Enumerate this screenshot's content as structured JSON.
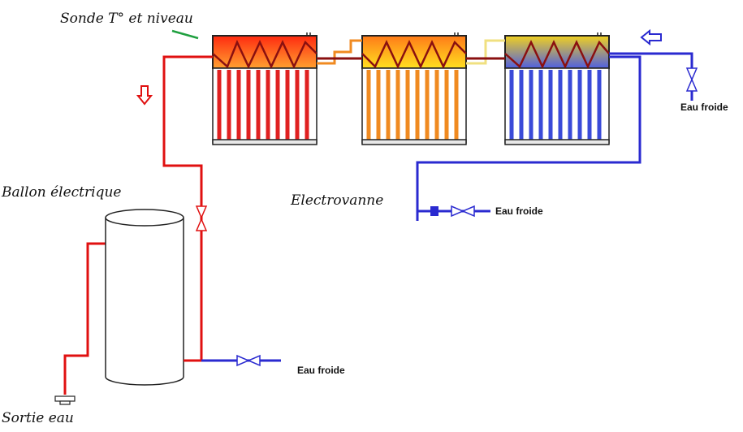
{
  "labels": {
    "sensor": "Sonde T° et niveau",
    "boiler": "Ballon électrique",
    "valve": "Electrovanne",
    "outlet": "Sortie eau",
    "cold_water_top": "Eau froide",
    "cold_water_mid": "Eau froide",
    "cold_water_bottom": "Eau froide"
  },
  "colors": {
    "hot_pipe": "#e01010",
    "cold_pipe": "#2a2ad0",
    "coil": "#8a1010",
    "sensor_mark": "#20a040",
    "link_orange": "#f08a20",
    "link_yellow": "#f0e080"
  },
  "icons": [
    "down-arrow-icon",
    "left-arrow-icon",
    "valve-icon",
    "solenoid-icon",
    "tap-icon"
  ]
}
